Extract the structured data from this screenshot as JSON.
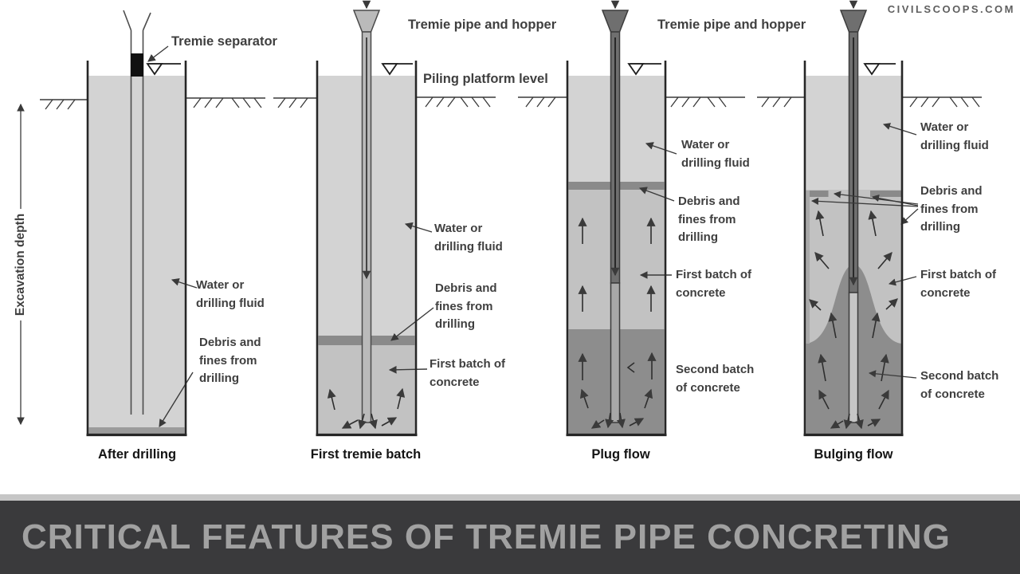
{
  "watermark": "CIVILSCOOPS.COM",
  "banner": {
    "title": "CRITICAL FEATURES OF TREMIE PIPE CONCRETING",
    "bg": "#3a3a3c",
    "text_color": "#a1a1a1"
  },
  "axis": {
    "label": "Excavation depth"
  },
  "shared": {
    "tremie_pipe_hopper": "Tremie pipe and hopper",
    "piling_platform": "Piling platform level"
  },
  "panels": [
    {
      "caption": "After drilling",
      "labels": {
        "separator": "Tremie separator",
        "water": "Water or\ndrilling fluid",
        "debris": "Debris and\nfines from\ndrilling"
      }
    },
    {
      "caption": "First tremie batch",
      "labels": {
        "water": "Water or\ndrilling fluid",
        "debris": "Debris and\nfines from\ndrilling",
        "first": "First batch of\nconcrete"
      }
    },
    {
      "caption": "Plug flow",
      "labels": {
        "water": "Water or\ndrilling fluid",
        "debris": "Debris and\nfines from\ndrilling",
        "first": "First batch of\nconcrete",
        "second": "Second batch\nof concrete"
      }
    },
    {
      "caption": "Bulging flow",
      "labels": {
        "water": "Water or\ndrilling fluid",
        "debris": "Debris and\nfines from\ndrilling",
        "first": "First batch of\nconcrete",
        "second": "Second batch\nof concrete"
      }
    }
  ],
  "colors": {
    "water": "#d3d3d3",
    "first_batch": "#c2c2c2",
    "second_batch": "#8d8d8d",
    "debris": "#8a8a8a",
    "debris_light": "#9b9b9b",
    "pipe_light": "#bababa",
    "pipe_dark": "#6f6f6f",
    "pipe_lower": "#a8a8a8",
    "outline": "#2a2a2a"
  }
}
